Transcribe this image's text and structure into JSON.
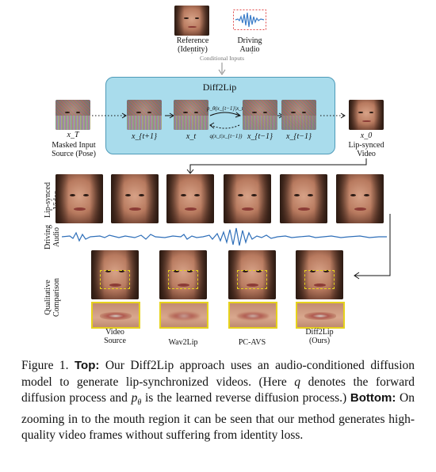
{
  "top": {
    "reference_label": "Reference\n(Identity)",
    "driving_audio_label": "Driving\nAudio",
    "conditional_inputs": "Conditional Inputs",
    "diff2lip_title": "Diff2Lip",
    "xT": "x_T",
    "xT_desc": "Masked Input\nSource (Pose)",
    "xt1": "x_{t+1}",
    "xt": "x_t",
    "xtm1": "x_{t−1}",
    "xtm1b": "x_{t−1}",
    "p_theta": "p_θ(x_{t−1}|x_t)",
    "q": "q(x_t|x_{t−1})",
    "x0": "x_0",
    "x0_desc": "Lip-synced\nVideo"
  },
  "bottom": {
    "row1_label": "Lip-synced\nVideo",
    "row2_label": "Driving\nAudio",
    "row3_label": "Qualitative\nComparison",
    "methods": [
      "Video\nSource",
      "Wav2Lip",
      "PC-AVS",
      "Diff2Lip\n(Ours)"
    ]
  },
  "caption": {
    "fig": "Figure 1.",
    "top_bold": "Top:",
    "text1": " Our Diff2Lip  approach uses an audio-conditioned diffusion model to generate lip-synchronized videos. (Here ",
    "q": "q",
    "text2": " denotes the forward diffusion process and ",
    "p": "p",
    "theta": "θ",
    "text3": " is the learned reverse diffusion process.) ",
    "bottom_bold": "Bottom:",
    "text4": " On zooming in to the mouth region it can be seen that our method generates high-quality video frames without suffering from identity loss."
  },
  "colors": {
    "diff_box": "#a9dcec",
    "highlight": "#e6d21c"
  }
}
